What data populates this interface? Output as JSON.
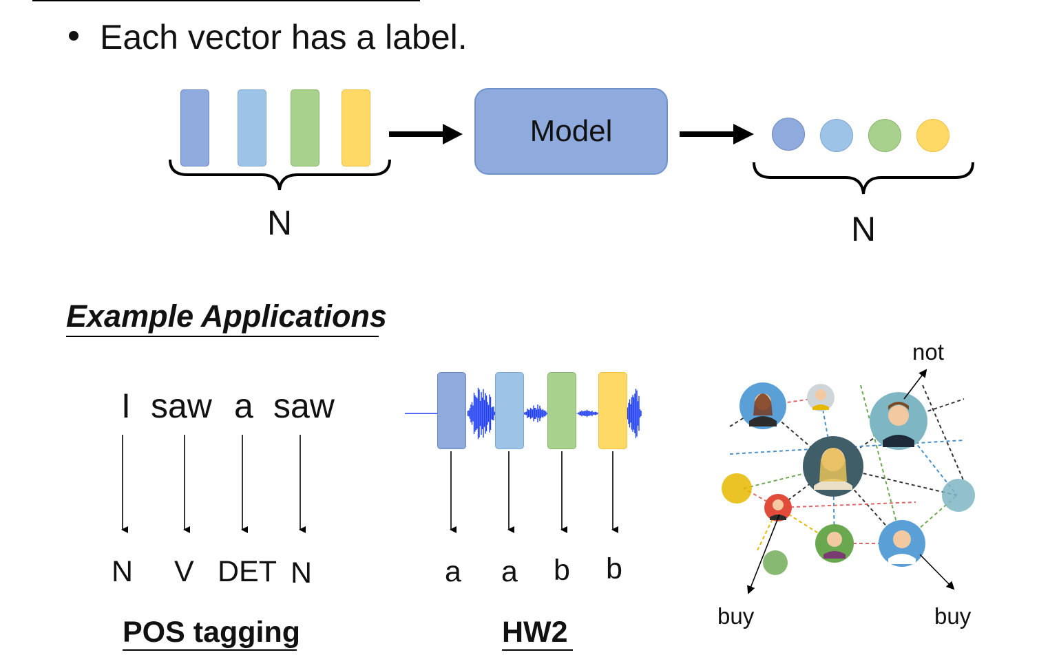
{
  "bullet": {
    "text": "Each vector has a label."
  },
  "model_label": "Model",
  "input_count_label": "N",
  "output_count_label": "N",
  "colors": {
    "blue": "#8faadc",
    "light_blue": "#9dc3e6",
    "green": "#a9d18e",
    "yellow": "#ffd966"
  },
  "examples_heading": "Example Applications",
  "pos": {
    "words": [
      "I",
      "saw",
      "a",
      "saw"
    ],
    "tags": [
      "N",
      "V",
      "DET",
      "N"
    ],
    "caption": "POS tagging"
  },
  "hw2": {
    "labels": [
      "a",
      "a",
      "b",
      "b"
    ],
    "caption": "HW2"
  },
  "social": {
    "labels": [
      "not",
      "buy",
      "buy"
    ]
  }
}
